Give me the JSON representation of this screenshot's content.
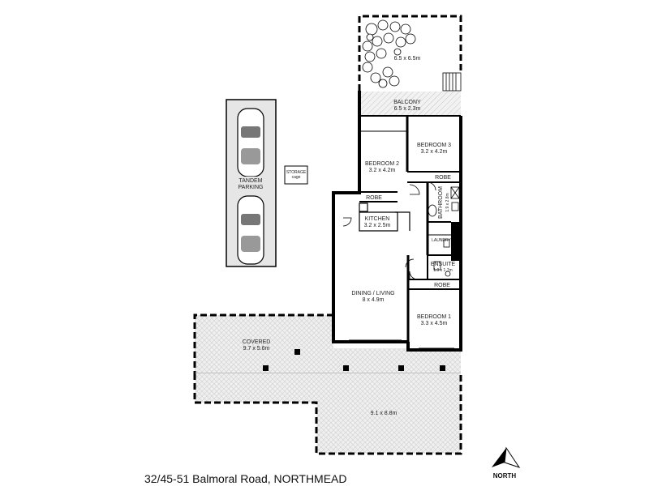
{
  "address": "32/45-51 Balmoral Road, NORTHMEAD",
  "north_label": "NORTH",
  "colors": {
    "wall": "#000000",
    "hatch": "#d8d8d8",
    "paving": "#efefef"
  },
  "rooms": {
    "yard": {
      "name": "",
      "dims": "6.5 x 6.5m"
    },
    "balcony": {
      "name": "BALCONY",
      "dims": "6.5 x 2.3m"
    },
    "bedroom3": {
      "name": "BEDROOM 3",
      "dims": "3.2 x 4.2m"
    },
    "bedroom2": {
      "name": "BEDROOM 2",
      "dims": "3.2 x 4.2m"
    },
    "robe_b3": {
      "name": "ROBE"
    },
    "robe_b2": {
      "name": "ROBE"
    },
    "bathroom": {
      "name": "BATHROOM",
      "dims": "1.9 x 2.8m"
    },
    "kitchen": {
      "name": "KITCHEN",
      "dims": "3.2 x 2.5m"
    },
    "laundry": {
      "name": "LAUNDRY"
    },
    "ensuite": {
      "name": "ENSUITE",
      "dims": "1.9 x 1.7m"
    },
    "robe_b1": {
      "name": "ROBE"
    },
    "dining": {
      "name": "DINING / LIVING",
      "dims": "8 x 4.9m"
    },
    "bedroom1": {
      "name": "BEDROOM 1",
      "dims": "3.3 x 4.5m"
    },
    "covered": {
      "name": "COVERED",
      "dims": "9.7 x 5.6m"
    },
    "terrace": {
      "name": "",
      "dims": "9.1 x 8.8m"
    },
    "parking": {
      "name": "TANDEM",
      "name2": "PARKING"
    },
    "storage": {
      "name": "STORAGE",
      "dims": "cage"
    }
  }
}
